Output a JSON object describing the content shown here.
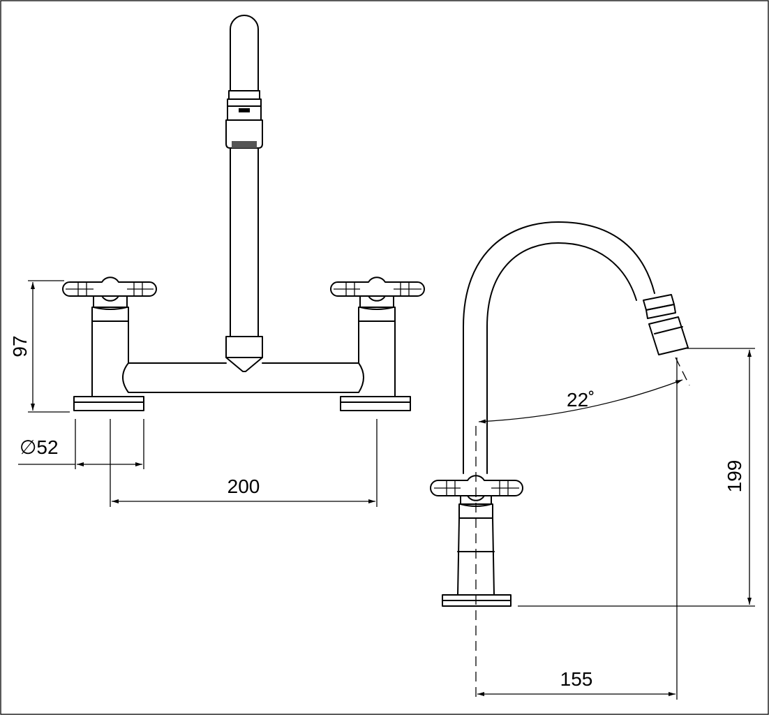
{
  "drawing": {
    "dimensions": {
      "height_front": "97",
      "base_diameter": "∅52",
      "centers": "200",
      "angle": "22˚",
      "height_side": "199",
      "reach": "155"
    }
  }
}
